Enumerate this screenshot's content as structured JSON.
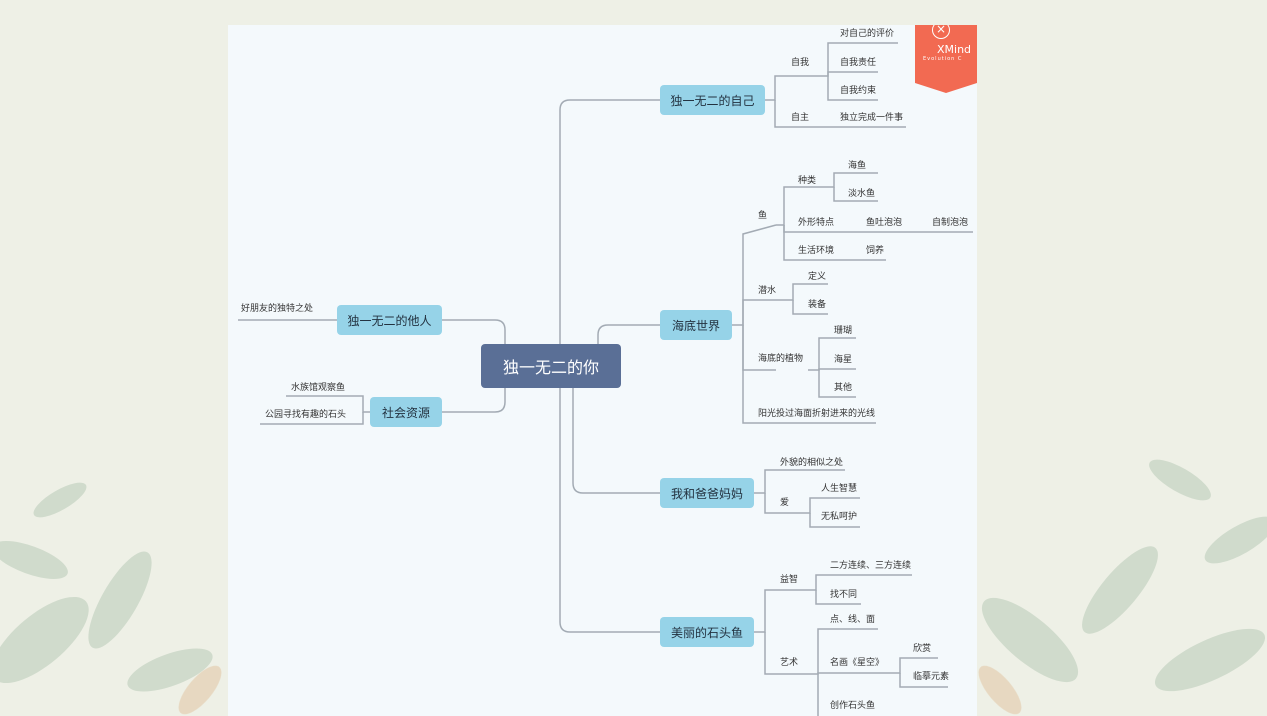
{
  "colors": {
    "root_fill": "#5a6f96",
    "main_fill": "#96d3e8",
    "line": "#a3abb4",
    "badge": "#f26a52",
    "canvas": "#f4f9fc"
  },
  "badge": {
    "brand": "XMind",
    "sub": "Evolution C"
  },
  "root": "独一无二的你",
  "branches": {
    "self": {
      "label": "独一无二的自己",
      "ziwo": "自我",
      "ziwo_items": [
        "对自己的评价",
        "自我责任",
        "自我约束"
      ],
      "zizhu": "自主",
      "zizhu_item": "独立完成一件事"
    },
    "sea": {
      "label": "海底世界",
      "fish": "鱼",
      "kinds": "种类",
      "kind_items": [
        "海鱼",
        "淡水鱼"
      ],
      "shape": "外形特点",
      "bubble": "鱼吐泡泡",
      "diy": "自制泡泡",
      "env": "生活环境",
      "feed": "饲养",
      "dive": "潜水",
      "dive_items": [
        "定义",
        "装备"
      ],
      "plants": "海底的植物",
      "plant_items": [
        "珊瑚",
        "海星",
        "其他"
      ],
      "light": "阳光投过海面折射进来的光线"
    },
    "parents": {
      "label": "我和爸爸妈妈",
      "similar": "外貌的相似之处",
      "love": "爱",
      "love_items": [
        "人生智慧",
        "无私呵护"
      ]
    },
    "stone": {
      "label": "美丽的石头鱼",
      "puzzle": "益智",
      "puzzle_items": [
        "二方连续、三方连续",
        "找不同"
      ],
      "art": "艺术",
      "points": "点、线、面",
      "painting": "名画《星空》",
      "painting_items": [
        "欣赏",
        "临摹元素"
      ],
      "create": "创作石头鱼"
    },
    "others": {
      "label": "独一无二的他人",
      "item": "好朋友的独特之处"
    },
    "social": {
      "label": "社会资源",
      "items": [
        "水族馆观察鱼",
        "公园寻找有趣的石头"
      ]
    }
  }
}
